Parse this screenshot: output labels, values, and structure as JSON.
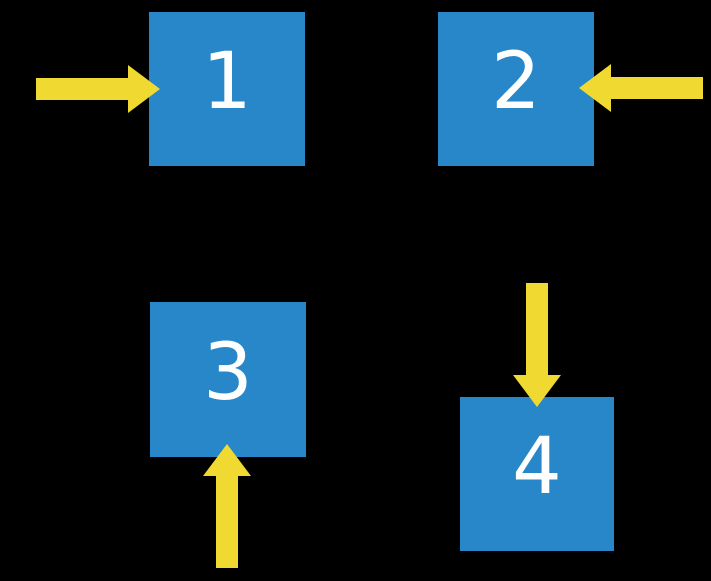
{
  "diagram": {
    "description": "Four blue squares numbered 1 to 4 on a black background, each pointed at by a yellow block arrow: square 1 from the left, square 2 from the right, square 3 from below, square 4 from above",
    "squares": [
      {
        "label": "1",
        "arrow_direction": "right",
        "arrow_enters_from": "left side"
      },
      {
        "label": "2",
        "arrow_direction": "left",
        "arrow_enters_from": "right side"
      },
      {
        "label": "3",
        "arrow_direction": "up",
        "arrow_enters_from": "bottom side"
      },
      {
        "label": "4",
        "arrow_direction": "down",
        "arrow_enters_from": "top side"
      }
    ]
  },
  "colors": {
    "background": "#000000",
    "square": "#2787c8",
    "arrow": "#f0d930",
    "number": "#ffffff"
  }
}
